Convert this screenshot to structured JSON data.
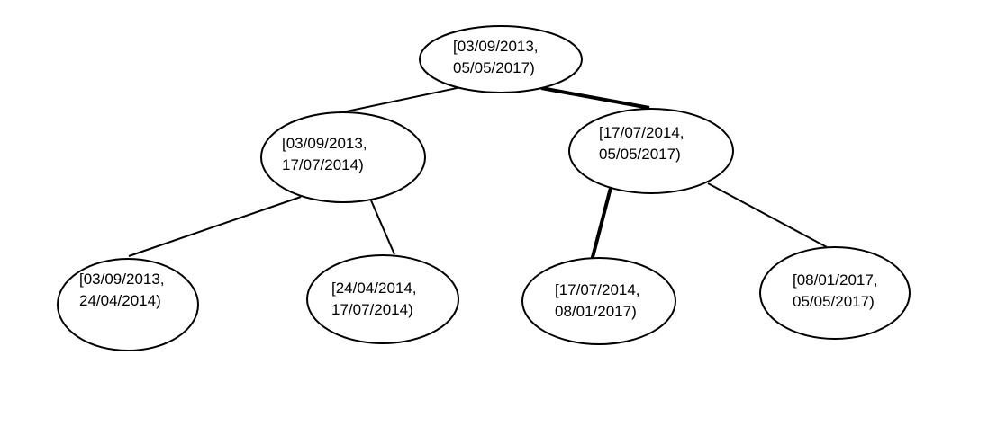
{
  "diagram": {
    "type": "interval-tree",
    "highlight_color": "#ff0000",
    "line_color": "#000000",
    "nodes": [
      {
        "id": "n0",
        "line1": "[03/09/2013,",
        "line2": "05/05/2017)"
      },
      {
        "id": "n1",
        "line1": "[03/09/2013,",
        "line2": "17/07/2014)"
      },
      {
        "id": "n2",
        "line1": "[17/07/2014,",
        "line2": "05/05/2017)"
      },
      {
        "id": "n3",
        "line1": "[03/09/2013,",
        "line2": "24/04/2014)"
      },
      {
        "id": "n4",
        "line1": "[24/04/2014,",
        "line2": "17/07/2014)"
      },
      {
        "id": "n5",
        "line1": "[17/07/2014,",
        "line2": "08/01/2017)"
      },
      {
        "id": "n6",
        "line1": "[08/01/2017,",
        "line2": "05/05/2017)"
      }
    ],
    "edges": [
      {
        "from": "n0",
        "to": "n1",
        "highlighted": false
      },
      {
        "from": "n0",
        "to": "n2",
        "highlighted": true
      },
      {
        "from": "n1",
        "to": "n3",
        "highlighted": false
      },
      {
        "from": "n1",
        "to": "n4",
        "highlighted": false
      },
      {
        "from": "n2",
        "to": "n5",
        "highlighted": true
      },
      {
        "from": "n2",
        "to": "n6",
        "highlighted": false
      }
    ]
  }
}
